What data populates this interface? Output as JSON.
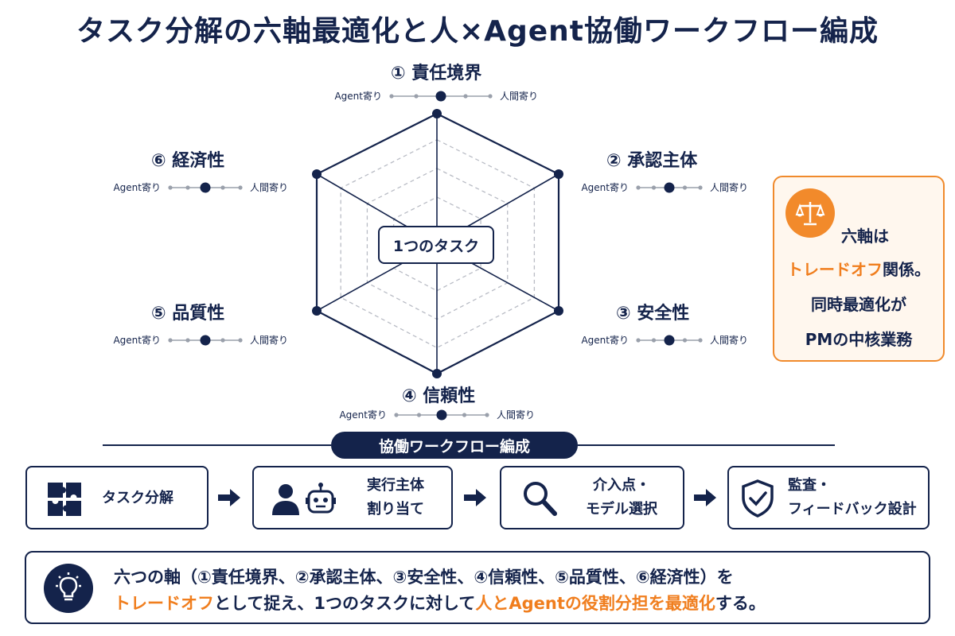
{
  "title": "タスク分解の六軸最適化と人×Agent協働ワークフロー編成",
  "center_label": "1つのタスク",
  "slider_labels": {
    "agent": "Agent寄り",
    "human": "人間寄り"
  },
  "axes": [
    {
      "label": "① 責任境界",
      "position_level": 0.5
    },
    {
      "label": "② 承認主体",
      "position_level": 0.5
    },
    {
      "label": "③ 安全性",
      "position_level": 0.5
    },
    {
      "label": "④ 信頼性",
      "position_level": 0.5
    },
    {
      "label": "⑤ 品質性",
      "position_level": 0.5
    },
    {
      "label": "⑥ 経済性",
      "position_level": 0.5
    }
  ],
  "callout": {
    "line1": "六軸は",
    "line2_highlight": "トレードオフ",
    "line2_rest": "関係。",
    "line3": "同時最適化が",
    "line4_highlight": "PMの中核業務",
    "icon": "balance-scale-icon"
  },
  "workflow": {
    "title": "協働ワークフロー編成",
    "steps": [
      {
        "line1": "タスク分解",
        "line2": "",
        "icon": "puzzle-icon"
      },
      {
        "line1": "実行主体",
        "line2": "割り当て",
        "icon": "person-robot-icon"
      },
      {
        "line1": "介入点・",
        "line2": "モデル選択",
        "icon": "magnifier-icon"
      },
      {
        "line1": "監査・",
        "line2": "フィードバック設計",
        "icon": "shield-check-icon"
      }
    ]
  },
  "summary": {
    "line1": "六つの軸（①責任境界、②承認主体、③安全性、④信頼性、⑤品質性、⑥経済性）を",
    "line2_part1": "トレードオフ",
    "line2_part2": "として捉え、1つのタスクに対して",
    "line2_part3": "人とAgentの役割分担を最適化",
    "line2_part4": "する。",
    "icon": "lightbulb-icon"
  },
  "colors": {
    "navy": "#14234b",
    "orange": "#f07e1e",
    "gray": "#9aa0ab"
  }
}
